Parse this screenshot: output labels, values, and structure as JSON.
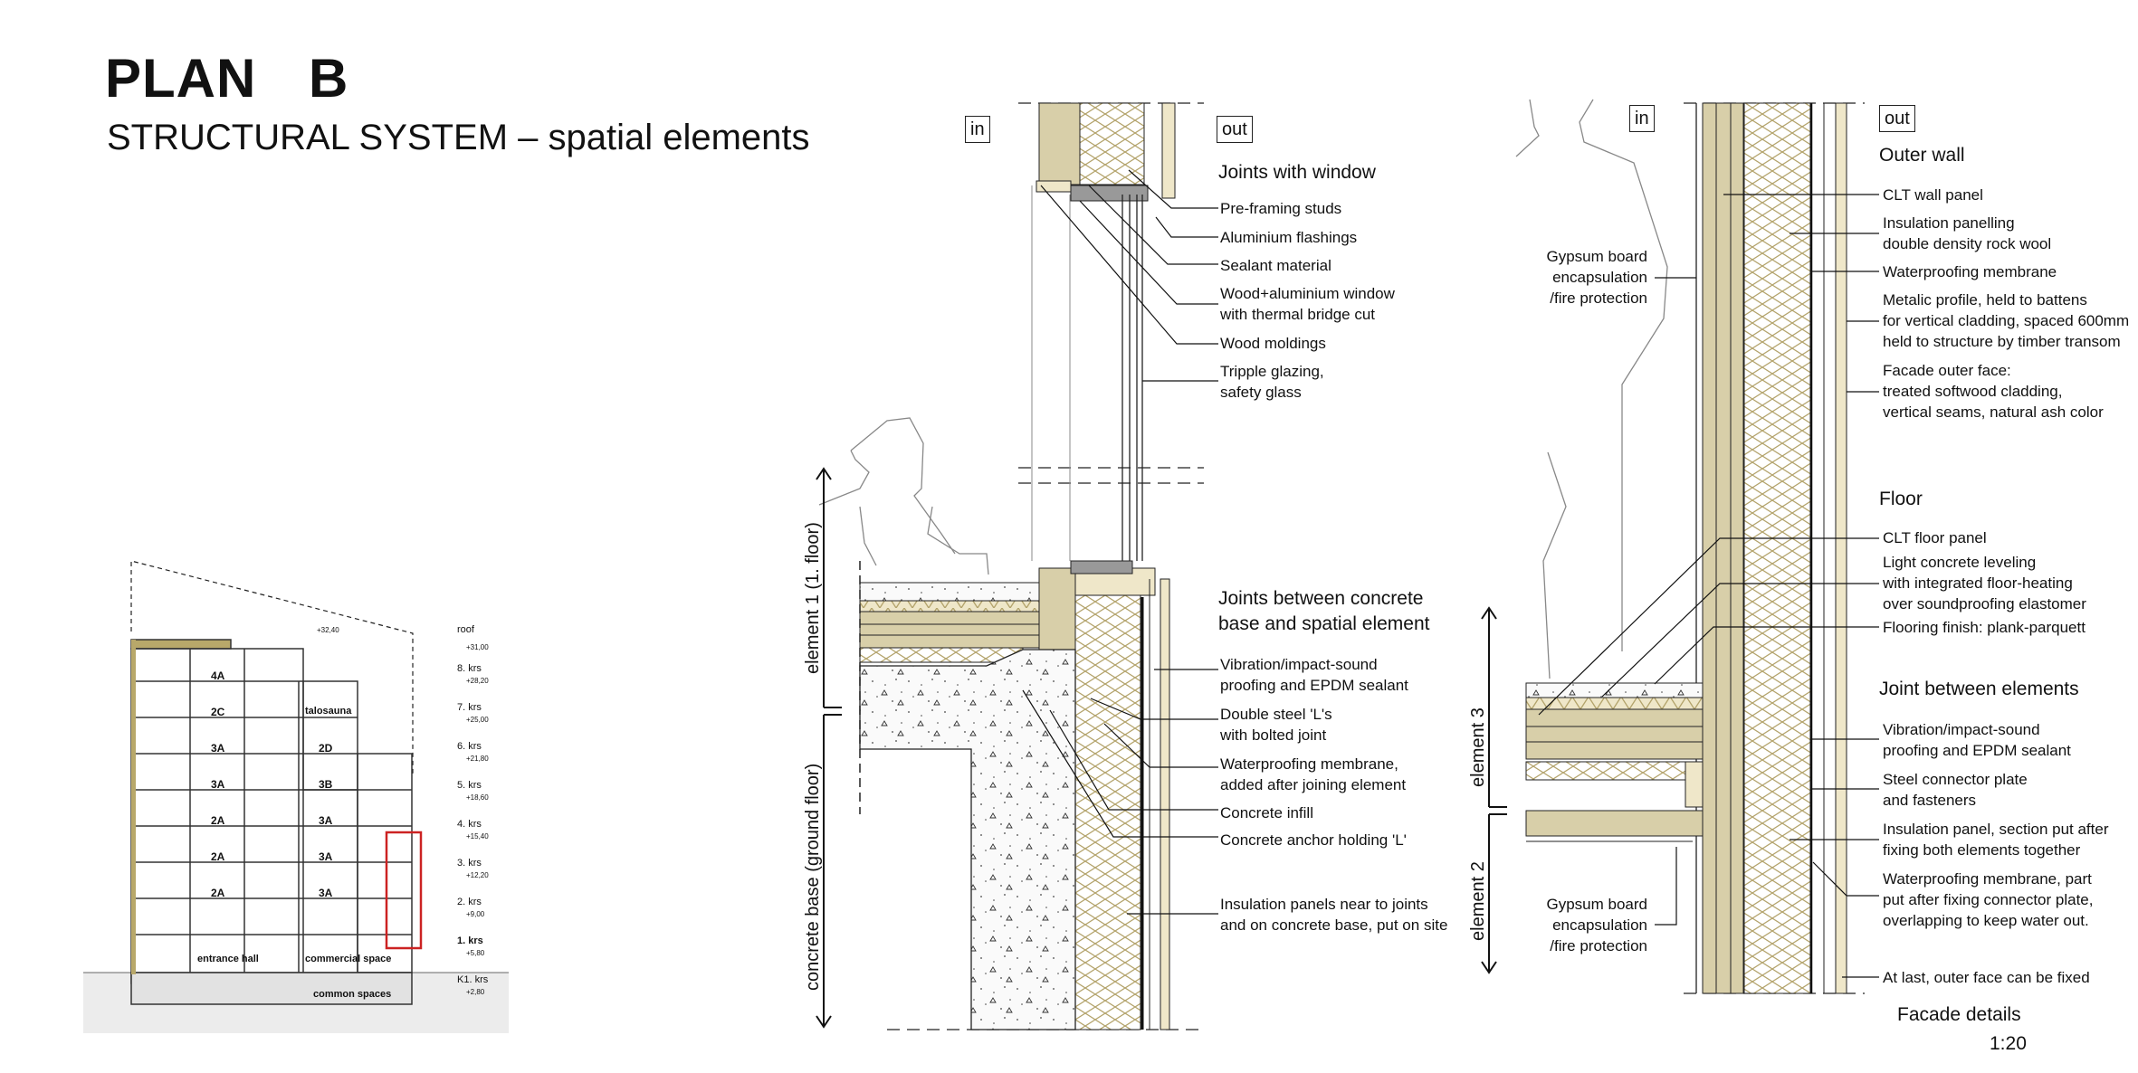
{
  "header": {
    "title": "PLAN   B",
    "subtitle": "STRUCTURAL SYSTEM – spatial elements"
  },
  "section_drawing": {
    "levels": [
      {
        "name": "roof",
        "elevation": "+31,00"
      },
      {
        "name": "8. krs",
        "elevation": "+28,20"
      },
      {
        "name": "7. krs",
        "elevation": "+25,00"
      },
      {
        "name": "6. krs",
        "elevation": "+21,80"
      },
      {
        "name": "5. krs",
        "elevation": "+18,60"
      },
      {
        "name": "4. krs",
        "elevation": "+15,40"
      },
      {
        "name": "3. krs",
        "elevation": "+12,20"
      },
      {
        "name": "2. krs",
        "elevation": "+9,00"
      },
      {
        "name": "1. krs",
        "elevation": "+5,80"
      },
      {
        "name": "K1. krs",
        "elevation": "+2,80"
      }
    ],
    "top_elevation": "+32,40",
    "units_left": [
      "4A",
      "2C",
      "3A",
      "3A",
      "2A",
      "2A",
      "2A"
    ],
    "units_right": [
      "talosauna",
      "2D",
      "3B",
      "3A",
      "3A",
      "3A"
    ],
    "spaces": [
      "entrance hall",
      "commercial space",
      "common spaces"
    ],
    "highlight_color": "#cc2222"
  },
  "detail_1": {
    "in_label": "in",
    "out_label": "out",
    "window_heading": "Joints with window",
    "window_labels": [
      "Pre-framing studs",
      "Aluminium flashings",
      "Sealant material",
      "Wood+aluminium window\nwith thermal bridge cut",
      "Wood moldings",
      "Tripple glazing,\nsafety glass"
    ],
    "base_heading": "Joints between concrete\nbase and spatial element",
    "base_labels": [
      "Vibration/impact-sound\nproofing and EPDM sealant",
      "Double steel 'L's\nwith bolted joint",
      "Waterproofing membrane,\nadded after joining element",
      "Concrete infill",
      "Concrete anchor holding 'L'",
      "Insulation panels near to joints\nand on concrete base, put on site"
    ],
    "dim_upper": "element 1 (1. floor)",
    "dim_lower": "concrete base (ground floor)"
  },
  "detail_2": {
    "in_label": "in",
    "out_label": "out",
    "gypsum_label": "Gypsum board\nencapsulation\n/fire protection",
    "outer_wall_heading": "Outer wall",
    "outer_wall_labels": [
      "CLT wall panel",
      "Insulation panelling\ndouble density rock wool",
      "Waterproofing membrane",
      "Metalic profile, held to battens\nfor vertical cladding, spaced 600mm\nheld to structure by timber transom",
      "Facade outer face:\ntreated softwood cladding,\nvertical seams, natural ash color"
    ],
    "floor_heading": "Floor",
    "floor_labels": [
      "CLT floor panel",
      "Light concrete leveling\nwith integrated floor-heating\nover soundproofing elastomer",
      "Flooring finish: plank-parquett"
    ],
    "joint_heading": "Joint between elements",
    "joint_labels": [
      "Vibration/impact-sound\nproofing and EPDM sealant",
      "Steel connector plate\nand fasteners",
      "Insulation panel, section put after\nfixing both elements together",
      "Waterproofing membrane, part\nput after fixing connector plate,\noverlapping to keep water out.",
      "At last, outer face can be fixed"
    ],
    "dim_upper": "element 3",
    "dim_lower": "element 2"
  },
  "footer": {
    "caption": "Facade details",
    "scale": "1:20"
  },
  "colors": {
    "timber": "#d8cfa9",
    "timber_light": "#efe7c9",
    "insulation_line": "#b3a36b",
    "concrete": "#f4f4f4",
    "line": "#222222",
    "silhouette": "#888888"
  }
}
